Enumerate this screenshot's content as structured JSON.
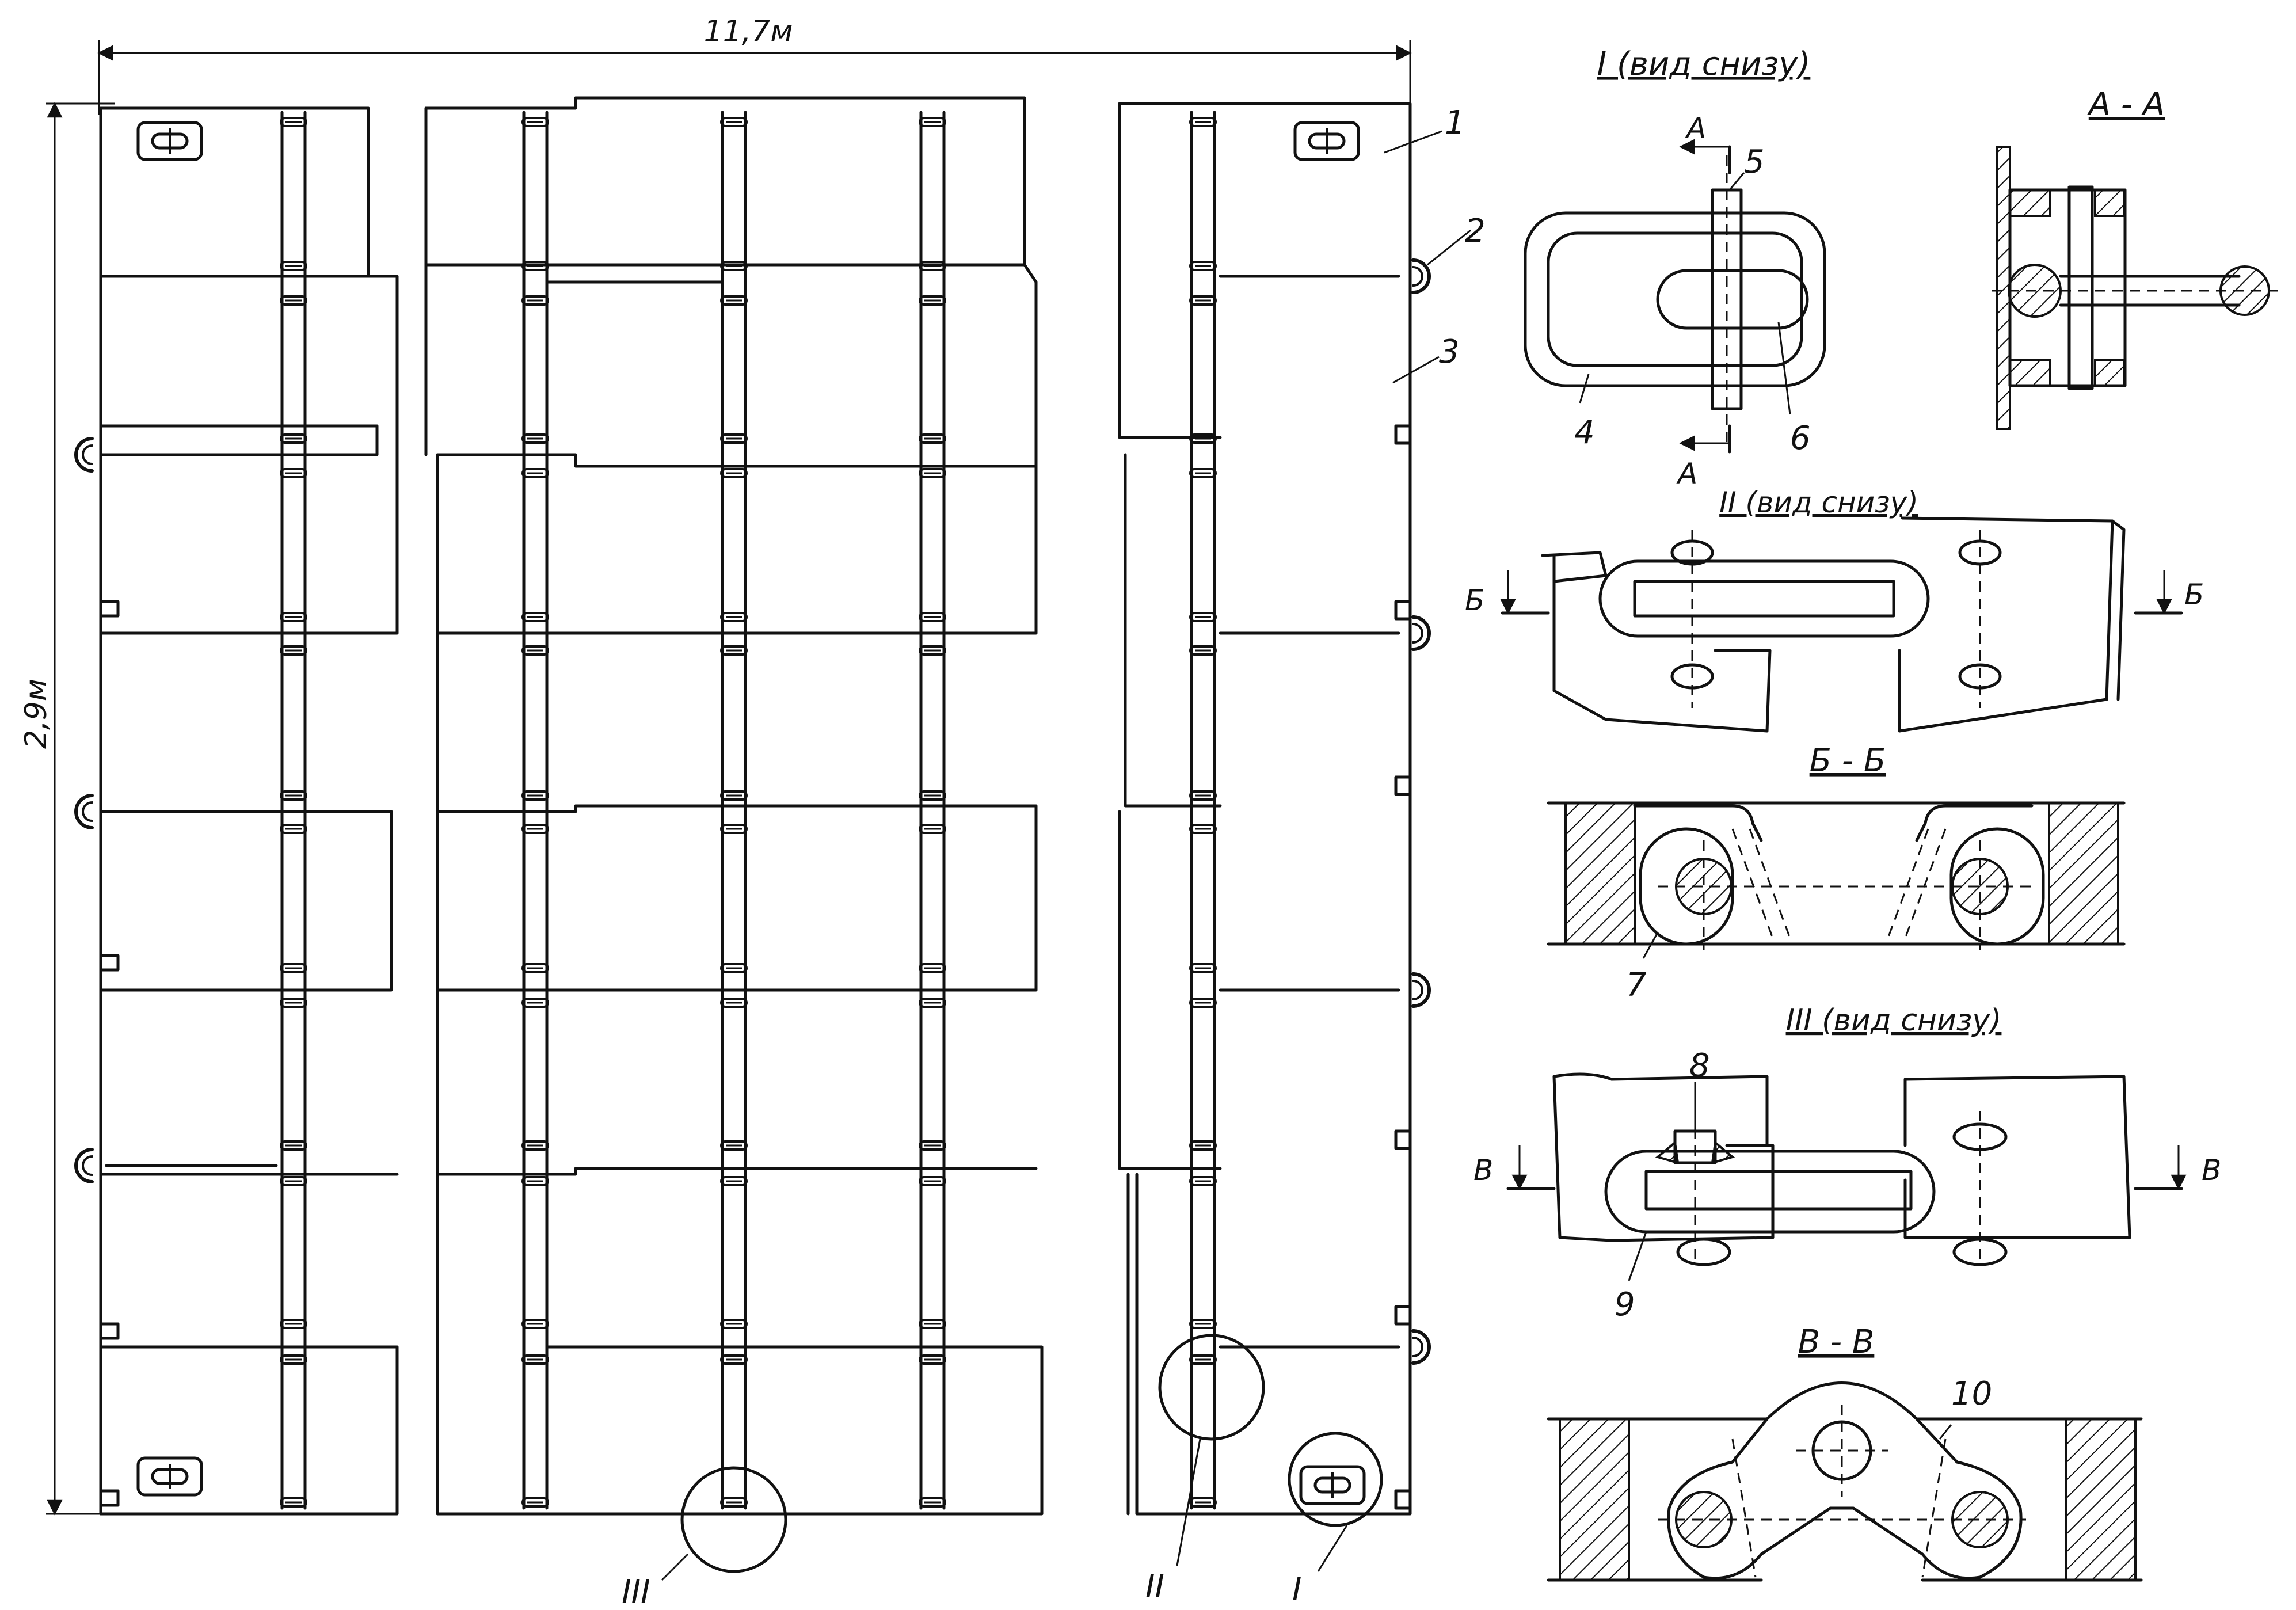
{
  "overall": {
    "width_label": "11,7м",
    "height_label": "2,9м"
  },
  "callouts": [
    "1",
    "2",
    "3",
    "4",
    "5",
    "6",
    "7",
    "8",
    "9",
    "10"
  ],
  "detail_markers": {
    "I": "I",
    "II": "II",
    "III": "III"
  },
  "views": {
    "view1_title": "I (вид снизу)",
    "section_aa_title": "А - А",
    "view2_title": "II (вид снизу)",
    "section_bb_title": "Б - Б",
    "view3_title": "III (вид снизу)",
    "section_vv_title": "В - В"
  },
  "section_letters": {
    "a": "А",
    "b": "Б",
    "v": "В"
  },
  "colors": {
    "ink": "#111111",
    "paper": "#ffffff"
  }
}
